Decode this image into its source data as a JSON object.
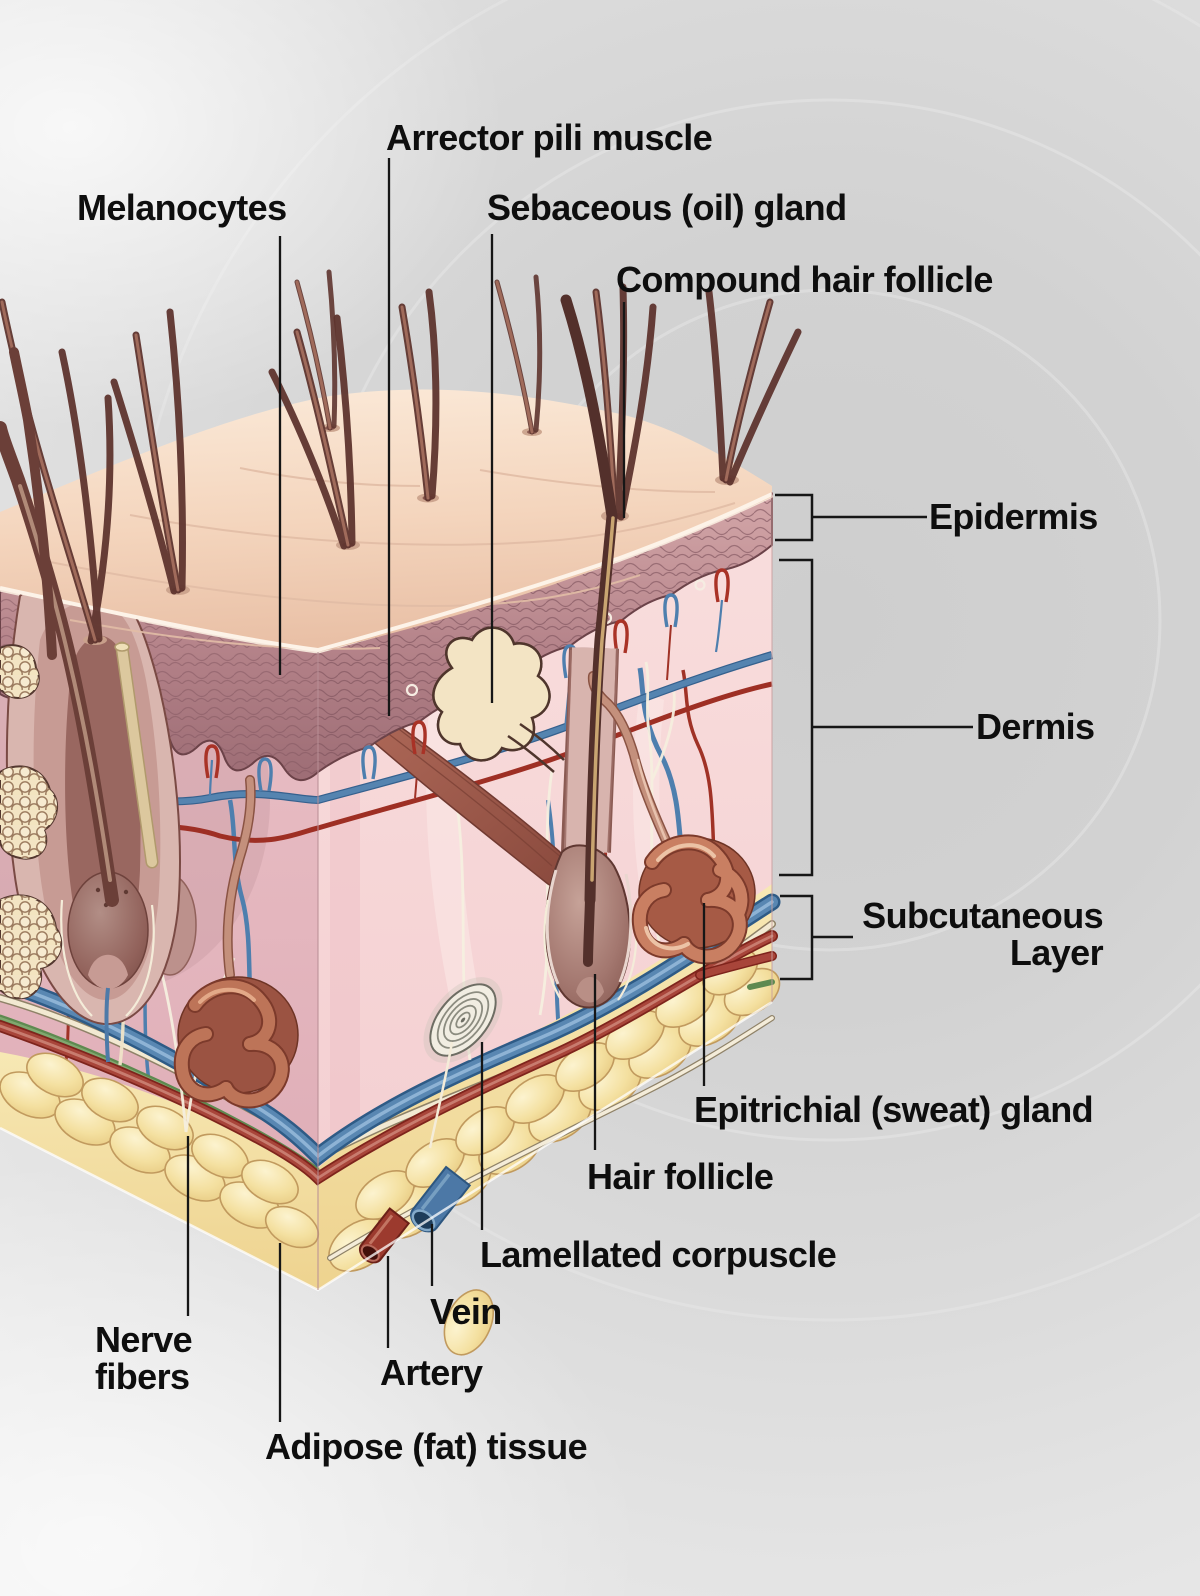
{
  "labels": {
    "arrector": "Arrector pili muscle",
    "melanocytes": "Melanocytes",
    "sebaceous": "Sebaceous (oil) gland",
    "compound": "Compound hair follicle",
    "epidermis": "Epidermis",
    "dermis": "Dermis",
    "subcutaneous_line1": "Subcutaneous",
    "subcutaneous_line2": "Layer",
    "epitrichial": "Epitrichial (sweat) gland",
    "hair_follicle": "Hair follicle",
    "lamellated": "Lamellated corpuscle",
    "vein": "Vein",
    "artery": "Artery",
    "nerve_line1": "Nerve",
    "nerve_line2": "fibers",
    "adipose": "Adipose (fat) tissue"
  },
  "colors": {
    "label_text": "#0e0e0e",
    "leader_line": "#161616",
    "background_gray": "#d6d6d6",
    "skin_surface": "#f5dac4",
    "epidermis_layer": "#b5868c",
    "dermis_left_face": "#e6b8bf",
    "dermis_right_face": "#f7d8d9",
    "subcutaneous_fat": "#f3e0a5",
    "artery_red": "#a33a2d",
    "vein_blue": "#4e7aa8",
    "nerve_fiber_cream": "#f4ecd9",
    "green_nerve": "#5e8a50",
    "hair_brown": "#7b4a42",
    "sweat_gland_brown": "#b06048",
    "muscle_red": "#a25b4e",
    "sebaceous_cell_cream": "#f3e4c4"
  }
}
